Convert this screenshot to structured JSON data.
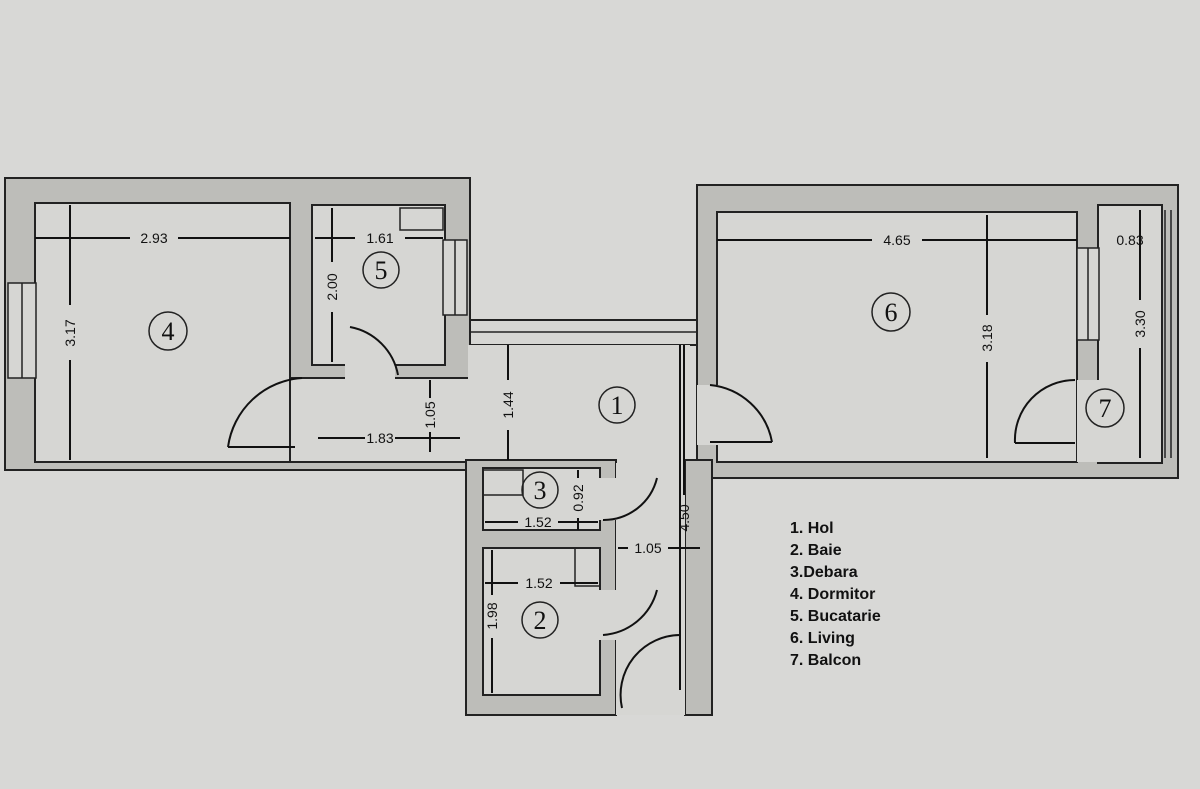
{
  "rooms": {
    "r1": "1",
    "r2": "2",
    "r3": "3",
    "r4": "4",
    "r5": "5",
    "r6": "6",
    "r7": "7"
  },
  "dimensions": {
    "room4_width": "2.93",
    "room4_height": "3.17",
    "room5_width": "1.61",
    "room5_height": "2.00",
    "hall_width": "1.83",
    "hall_door": "1.05",
    "hall_height": "1.44",
    "room3_width": "1.52",
    "room3_height": "0.92",
    "room2_width": "1.52",
    "room2_height": "1.98",
    "corridor_width": "1.05",
    "corridor_length": "4.50",
    "room6_width": "4.65",
    "room6_height": "3.18",
    "room7_width": "0.83",
    "room7_height": "3.30"
  },
  "legend": [
    "1. Hol",
    "2. Baie",
    "3.Debara",
    "4. Dormitor",
    "5. Bucatarie",
    "6. Living",
    "7. Balcon"
  ]
}
